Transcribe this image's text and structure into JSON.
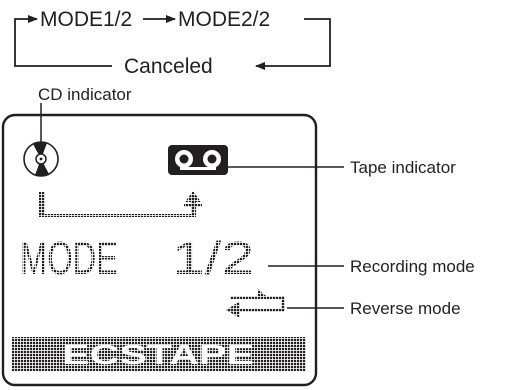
{
  "flow": {
    "step1": "MODE1/2",
    "step2": "MODE2/2",
    "step3": "Canceled"
  },
  "callouts": {
    "cd": "CD indicator",
    "tape": "Tape indicator",
    "recording": "Recording mode",
    "reverse": "Reverse mode"
  },
  "display": {
    "mode_word": "MODE",
    "mode_value": "1/2",
    "bottom_text": "ECSTAPE"
  },
  "icons": {
    "cd": "cd-disc-icon",
    "tape": "cassette-tape-icon",
    "reverse": "reverse-arrow-icon"
  },
  "colors": {
    "ink": "#231f20",
    "background": "#ffffff"
  }
}
